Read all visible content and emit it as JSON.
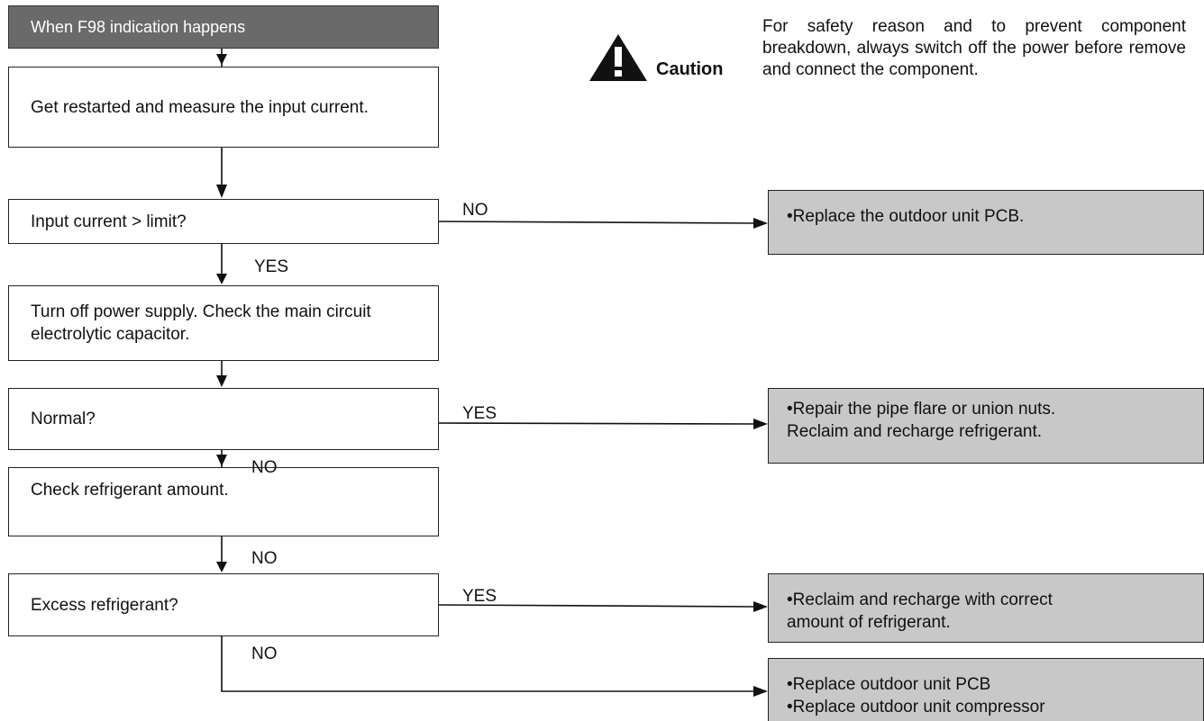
{
  "caution": {
    "label": "Caution",
    "icon": "warning-triangle-icon",
    "text": "For safety reason and to prevent component breakdown, always switch off the power before remove and connect the component."
  },
  "steps": {
    "start": "When F98 indication happens",
    "restart": "Get restarted and measure the input current.",
    "input_check": "Input current > limit?",
    "power_off": "Turn off power supply. Check the main circuit electrolytic capacitor.",
    "normal_check": "Normal?",
    "refrigerant_amount": "Check refrigerant amount.",
    "excess_check": "Excess refrigerant?"
  },
  "results": {
    "replace_pcb": [
      "•Replace the outdoor unit PCB."
    ],
    "repair_pipe": [
      "•Repair the pipe flare or union nuts.",
      "Reclaim and recharge refrigerant."
    ],
    "reclaim_correct": [
      "•Reclaim and recharge with correct",
      "amount of refrigerant."
    ],
    "replace_both": [
      "•Replace outdoor unit PCB",
      "•Replace outdoor unit compressor"
    ]
  },
  "edge_labels": {
    "input_no": "NO",
    "input_yes": "YES",
    "normal_yes": "YES",
    "normal_no": "NO",
    "amount_no": "NO",
    "excess_yes": "YES",
    "excess_no": "NO"
  },
  "colors": {
    "header_fill": "#6a6a6a",
    "result_fill": "#c8c8c8",
    "line": "#111111"
  }
}
